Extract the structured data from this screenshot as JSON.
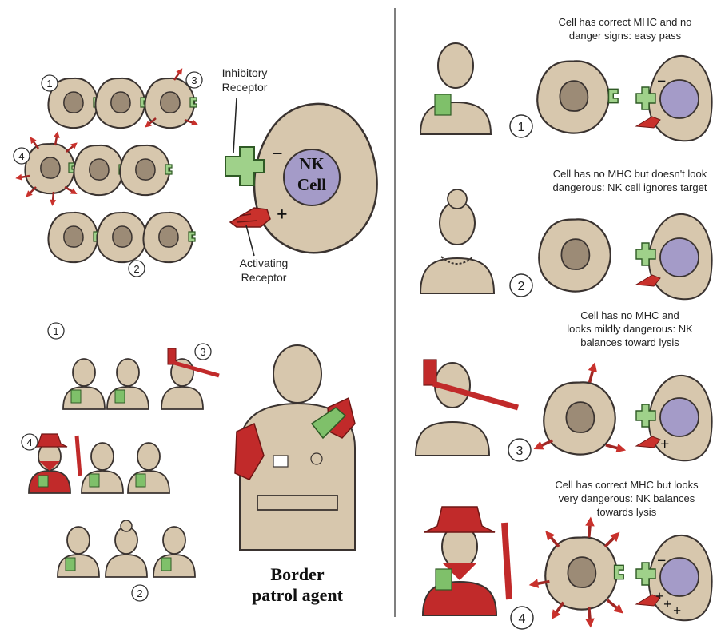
{
  "colors": {
    "cell_fill": "#d7c7ad",
    "cell_stroke": "#3a3330",
    "nucleus": "#9c8b76",
    "nk_nucleus": "#a49bc8",
    "inhibitory_receptor": "#9fd18a",
    "activating_receptor": "#c9312c",
    "id_card": "#7fc06a",
    "bandit_red": "#c12a2a",
    "divider": "#555555"
  },
  "left": {
    "receptor_labels": {
      "inhibitory_line1": "Inhibitory",
      "inhibitory_line2": "Receptor",
      "activating_line1": "Activating",
      "activating_line2": "Receptor"
    },
    "nk_cell": {
      "line1": "NK",
      "line2": "Cell",
      "minus": "−",
      "plus": "+"
    },
    "cell_markers": [
      "1",
      "3",
      "4",
      "2"
    ],
    "people_markers": [
      "1",
      "3",
      "4",
      "2"
    ],
    "agent_caption_line1": "Border",
    "agent_caption_line2": "patrol agent"
  },
  "scenarios": [
    {
      "number": "1",
      "lines": [
        "Cell has correct MHC and no",
        "danger signs: easy pass"
      ],
      "sign": "−"
    },
    {
      "number": "2",
      "lines": [
        "Cell has no MHC but doesn't look",
        "dangerous: NK cell ignores target"
      ],
      "sign": ""
    },
    {
      "number": "3",
      "lines": [
        "Cell has no MHC and",
        "looks mildly dangerous: NK",
        "balances toward lysis"
      ],
      "sign": "+"
    },
    {
      "number": "4",
      "lines": [
        "Cell has correct MHC but looks",
        "very dangerous: NK balances",
        "towards lysis"
      ],
      "sign": "−",
      "plus_signs": [
        "+",
        "+",
        "+"
      ]
    }
  ]
}
